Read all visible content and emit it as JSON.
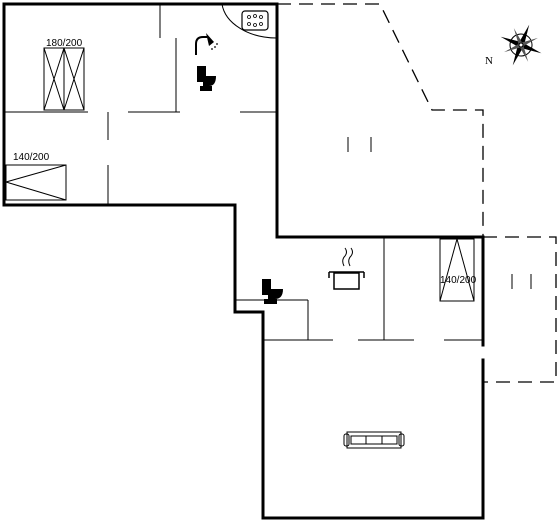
{
  "floor_plan": {
    "beds": [
      {
        "label": "180/200"
      },
      {
        "label": "140/200"
      },
      {
        "label": "140/200"
      }
    ],
    "compass": {
      "north_label": "N"
    },
    "icons": {
      "shower": "shower-icon",
      "toilet": "toilet-icon",
      "whirlpool": "whirlpool-icon",
      "stove": "stove-icon",
      "sofa": "sofa-icon",
      "compass": "compass-rose-icon"
    },
    "colors": {
      "line": "#000000",
      "background": "#ffffff"
    }
  }
}
